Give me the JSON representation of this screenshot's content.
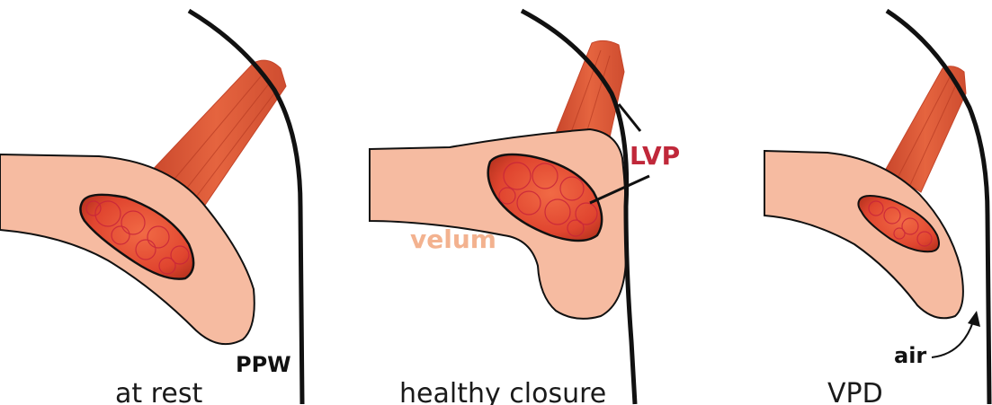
{
  "panels": [
    {
      "id": "rest",
      "caption": "at rest"
    },
    {
      "id": "closure",
      "caption": "healthy closure"
    },
    {
      "id": "vpd",
      "caption": "VPD"
    }
  ],
  "labels": {
    "ppw": "PPW",
    "lvp": "LVP",
    "velum": "velum",
    "air": "air"
  },
  "colors": {
    "velum_fill": "#f6bba1",
    "muscle_fill": "#dd5a3d",
    "muscle_dark": "#c94428",
    "muscle_inner": "#e84a34",
    "lvp_label": "#c0283a",
    "velum_label": "#f3b28f",
    "outline": "#111111"
  }
}
